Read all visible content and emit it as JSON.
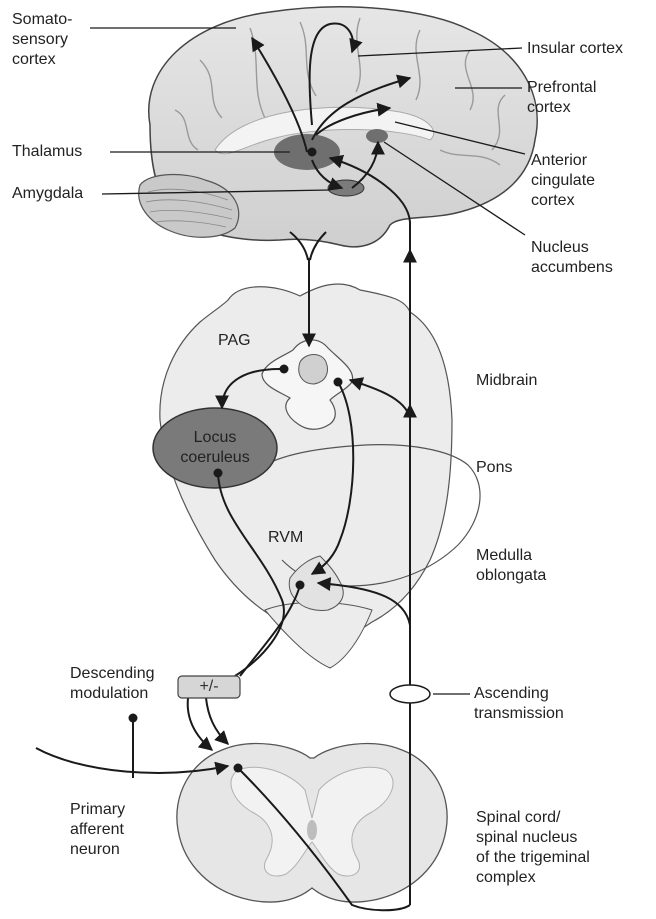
{
  "labels": {
    "somatosensory": "Somato-\nsensory\ncortex",
    "insular": "Insular cortex",
    "prefrontal": "Prefrontal\ncortex",
    "thalamus": "Thalamus",
    "amygdala": "Amygdala",
    "anterior_cingulate": "Anterior\ncingulate\ncortex",
    "nucleus_accumbens": "Nucleus\naccumbens",
    "pag": "PAG",
    "midbrain": "Midbrain",
    "locus_coeruleus": "Locus\ncoeruleus",
    "pons": "Pons",
    "rvm": "RVM",
    "medulla": "Medulla\noblongata",
    "descending": "Descending\nmodulation",
    "modulation_sign": "+/-",
    "ascending": "Ascending\ntransmission",
    "primary_afferent": "Primary\nafferent\nneuron",
    "spinal_cord": "Spinal cord/\nspinal nucleus\nof the trigeminal\ncomplex"
  },
  "colors": {
    "brain_fill": "#dcdcdc",
    "brainstem_fill": "#ececec",
    "nucleus_dark": "#6f6f6f",
    "locus_fill": "#7a7a7a",
    "pathway": "#1a1a1a"
  }
}
